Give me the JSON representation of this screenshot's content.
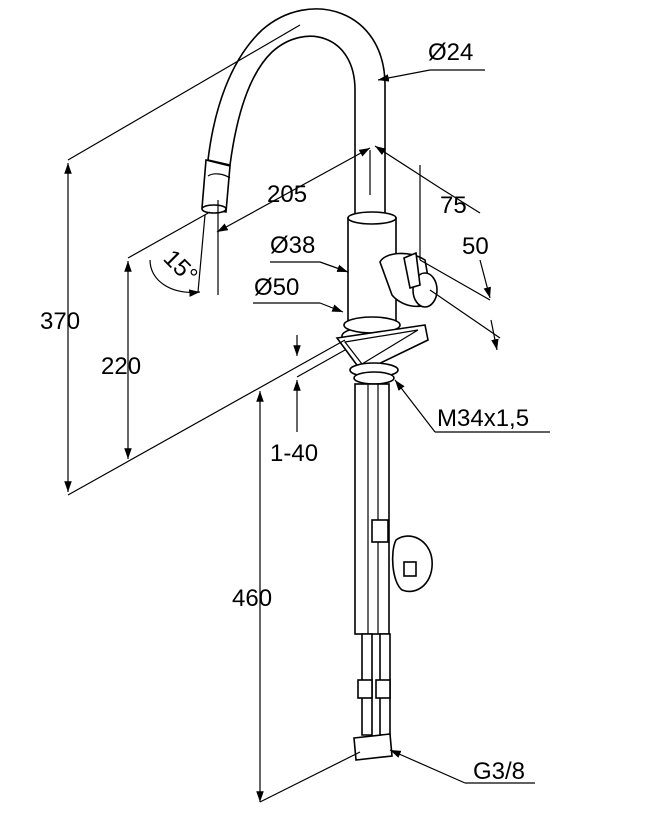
{
  "title": "Faucet dimension drawing",
  "dimensions": {
    "spout_diameter": "Ø24",
    "spout_reach": "205",
    "handle_offset": "75",
    "handle_depth": "50",
    "body_diameter": "Ø38",
    "base_diameter": "Ø50",
    "spout_swivel_angle": "15°",
    "total_height": "370",
    "outlet_height": "220",
    "thread": "M34x1,5",
    "deck_thickness": "1-40",
    "hose_length": "460",
    "connection": "G3/8"
  }
}
